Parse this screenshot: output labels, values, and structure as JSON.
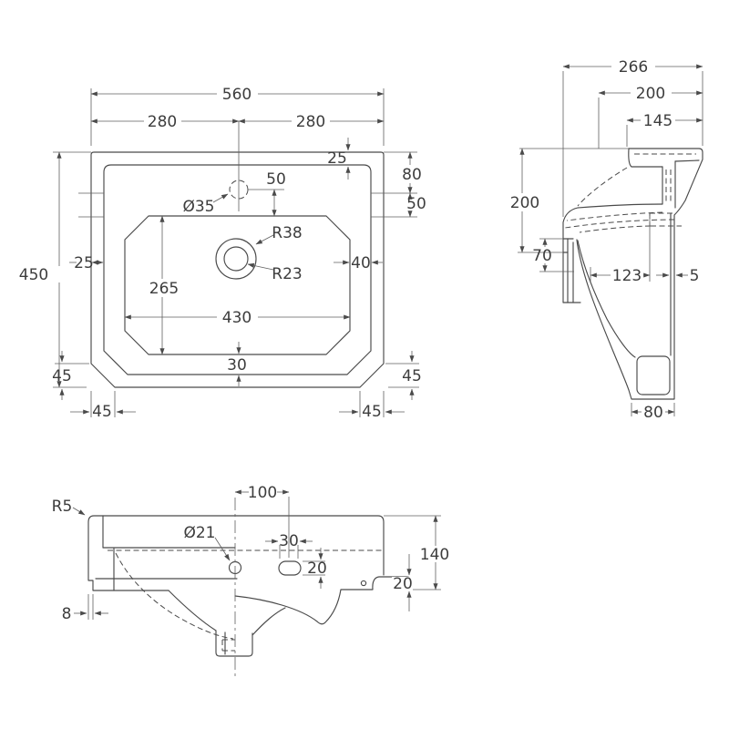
{
  "drawing_type": "basin technical drawing, three orthographic views",
  "plan_view": {
    "total_width": "560",
    "half_left": "280",
    "half_right": "280",
    "overall_depth": "450",
    "rim_inset_top": "25",
    "back_step": "80",
    "step_gap": "50",
    "tap_to_bowl": "50",
    "tap_hole_dia": "Ø35",
    "waste_radius_outer": "R38",
    "waste_radius_inner": "R23",
    "rim_inset_left": "25",
    "bowl_inset_right": "40",
    "bowl_depth": "265",
    "bowl_width": "430",
    "bowl_to_rim_bottom": "30",
    "chamfer_left_v": "45",
    "chamfer_left_h": "45",
    "chamfer_right_v": "45",
    "chamfer_right_h": "45"
  },
  "side_view": {
    "overall_depth": "266",
    "deck_depth": "200",
    "ledge_depth": "145",
    "rim_height": "200",
    "front_lip_height": "70",
    "drain_offset": "123",
    "wall_gap": "5",
    "foot_depth": "80"
  },
  "front_view": {
    "slot_offset": "100",
    "corner_radius": "R5",
    "overflow_dia": "Ø21",
    "slot_width": "30",
    "slot_height": "20",
    "body_height": "140",
    "ledge_height": "20",
    "foot_inset": "8"
  },
  "colors": {
    "line": "#4a4a4a",
    "text": "#3d3d3d",
    "background": "#ffffff"
  }
}
